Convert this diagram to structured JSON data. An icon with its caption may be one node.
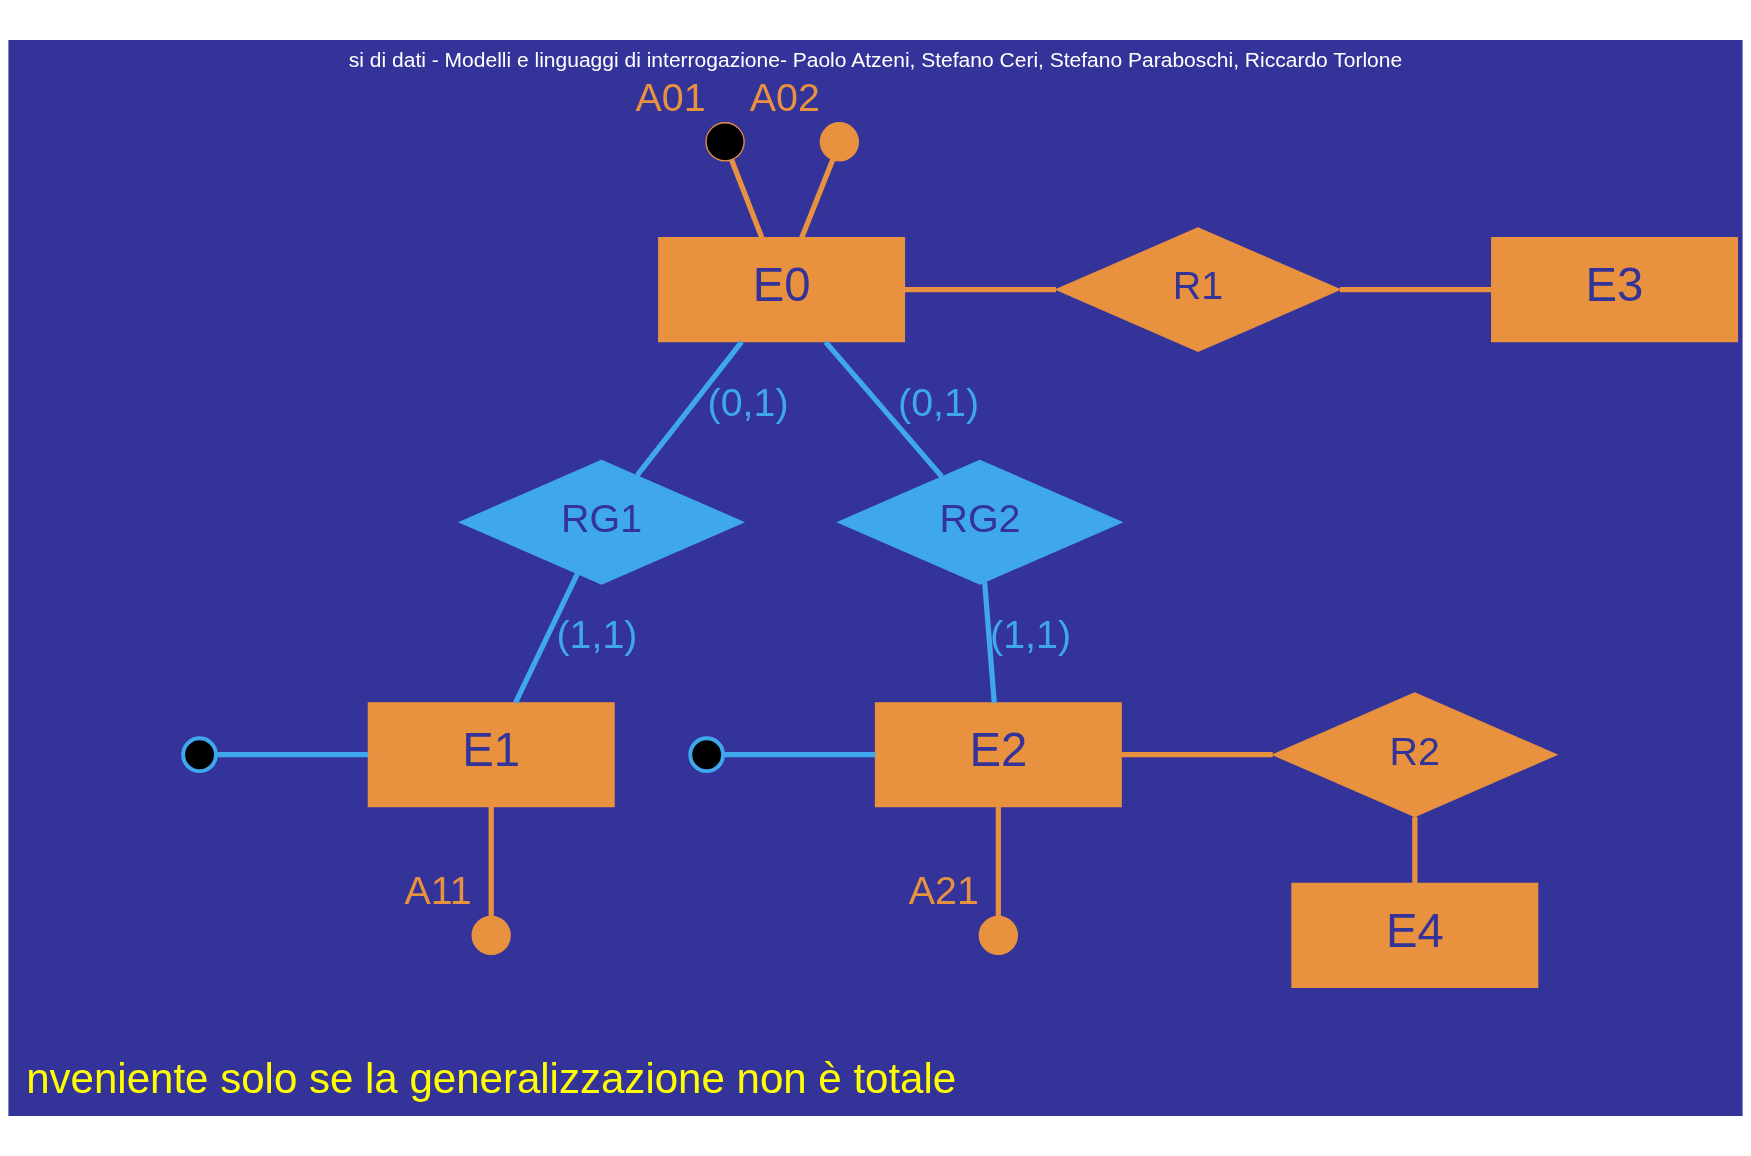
{
  "diagram": {
    "title": "si di dati - Modelli e linguaggi di interrogazione- Paolo Atzeni, Stefano Ceri, Stefano Paraboschi, Riccardo Torlone",
    "caption": "nveniente solo se la generalizzazione non è totale",
    "nodes": [
      {
        "text": [
          "E0"
        ]
      },
      {
        "text": [
          "A01"
        ]
      },
      {
        "text": [
          "A02"
        ]
      },
      {
        "text": [
          "R1"
        ]
      },
      {
        "text": [
          "E3"
        ]
      },
      {
        "text": [
          "RG1"
        ]
      },
      {
        "text": [
          "RG2"
        ]
      },
      {
        "text": [
          "E1"
        ]
      },
      {
        "text": [
          "E2"
        ]
      },
      {
        "text": [
          "R2"
        ]
      },
      {
        "text": [
          "E4"
        ]
      },
      {
        "text": [
          "A11"
        ]
      },
      {
        "text": [
          "A21"
        ]
      },
      {
        "text": [],
        "shape": "circle"
      },
      {
        "text": [],
        "shape": "circle"
      }
    ],
    "edges": [
      {
        "from": 0,
        "to": 1,
        "arrow": "none"
      },
      {
        "from": 0,
        "to": 2,
        "arrow": "none"
      },
      {
        "from": 0,
        "to": 3,
        "arrow": "none"
      },
      {
        "from": 3,
        "to": 4,
        "arrow": "none"
      },
      {
        "from": 0,
        "to": 5,
        "arrow": "none",
        "label": "(0,1)",
        "color": "#3fa7ee"
      },
      {
        "from": 0,
        "to": 6,
        "arrow": "none",
        "label": "(0,1)",
        "color": "#3fa7ee"
      },
      {
        "from": 5,
        "to": 7,
        "arrow": "none",
        "label": "(1,1)",
        "color": "#3fa7ee"
      },
      {
        "from": 6,
        "to": 8,
        "arrow": "none",
        "label": "(1,1)",
        "color": "#3fa7ee"
      },
      {
        "from": 13,
        "to": 7,
        "arrow": "none",
        "color": "#3fa7ee"
      },
      {
        "from": 14,
        "to": 8,
        "arrow": "none",
        "color": "#3fa7ee"
      },
      {
        "from": 8,
        "to": 9,
        "arrow": "none"
      },
      {
        "from": 9,
        "to": 10,
        "arrow": "none"
      },
      {
        "from": 7,
        "to": 11,
        "arrow": "none"
      },
      {
        "from": 8,
        "to": 12,
        "arrow": "none"
      }
    ]
  }
}
